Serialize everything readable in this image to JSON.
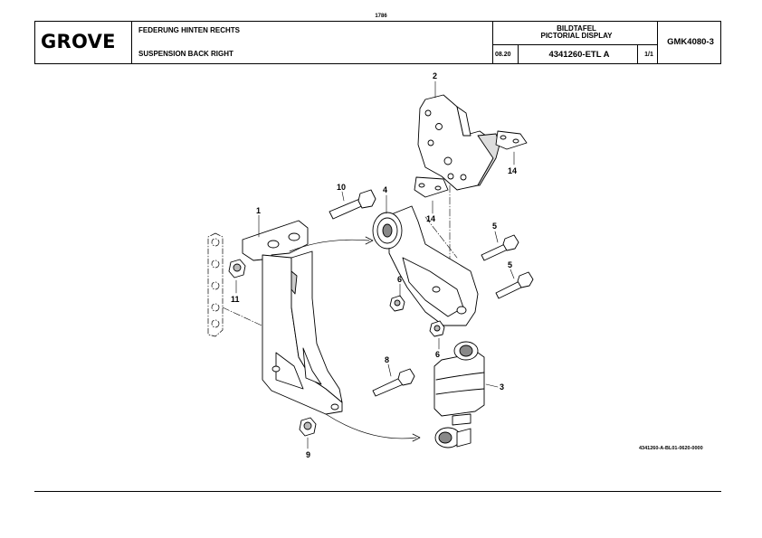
{
  "page_number": "1786",
  "header": {
    "logo_text": "GROVE",
    "title_de": "FEDERUNG HINTEN RECHTS",
    "title_en": "SUSPENSION BACK RIGHT",
    "display_de": "BILDTAFEL",
    "display_en": "PICTORIAL DISPLAY",
    "date": "08.20",
    "part_number": "4341260-ETL A",
    "sheet": "1/1",
    "model": "GMK4080-3"
  },
  "drawing": {
    "callouts": [
      "1",
      "2",
      "3",
      "4",
      "5",
      "5",
      "6",
      "6",
      "8",
      "9",
      "10",
      "11",
      "14",
      "14"
    ],
    "document_id": "4341260-A-BL01-0620-0000"
  }
}
